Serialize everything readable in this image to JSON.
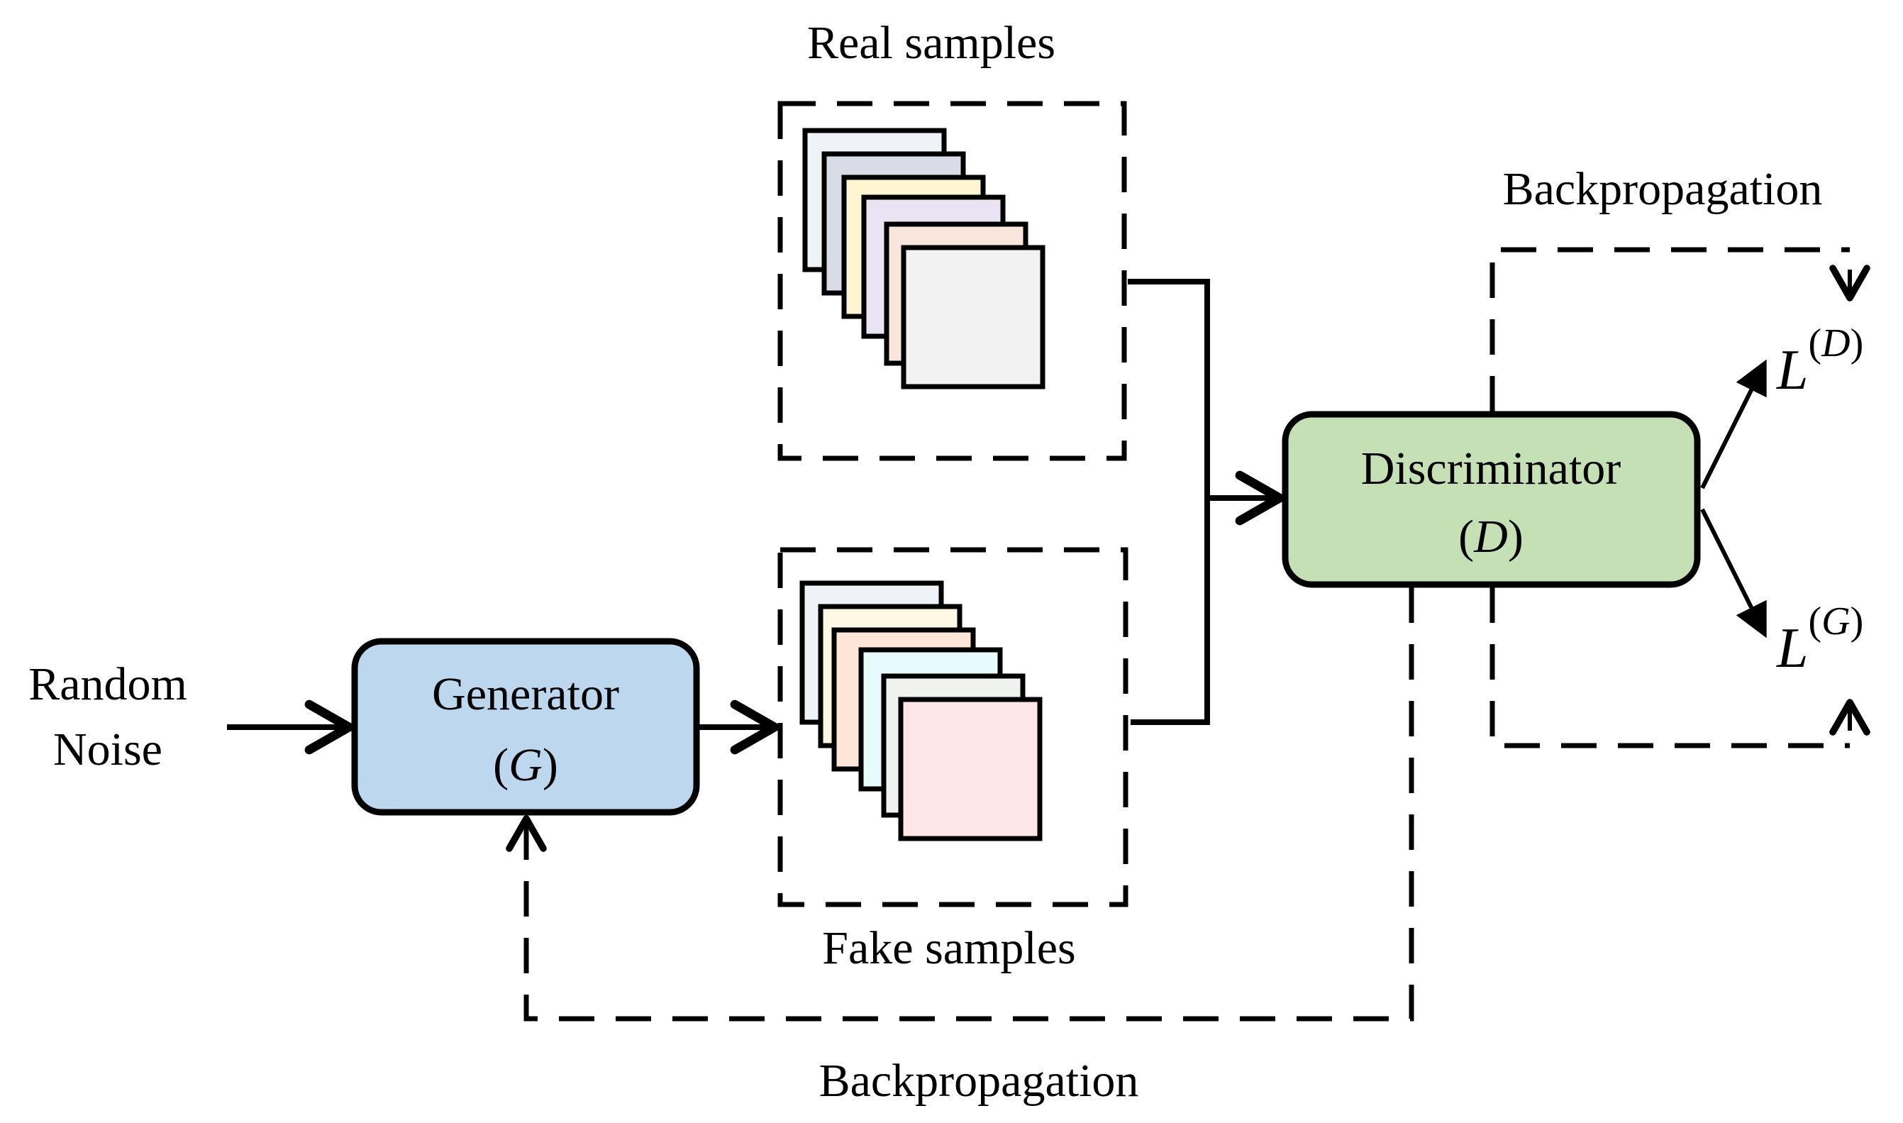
{
  "diagram": {
    "title": "GAN training pipeline",
    "nodes": {
      "input": {
        "line1": "Random",
        "line2": "Noise"
      },
      "generator": {
        "label": "Generator",
        "symbol": "G",
        "fill": "#bdd7ee"
      },
      "discriminator": {
        "label": "Discriminator",
        "symbol": "D",
        "fill": "#c5e0b4"
      },
      "real_samples": {
        "label": "Real samples",
        "card_colors": [
          "#eff3f7",
          "#d9dce7",
          "#fff5d1",
          "#eae3f3",
          "#f9e5db",
          "#f2f2f2"
        ]
      },
      "fake_samples": {
        "label": "Fake samples",
        "card_colors": [
          "#eff3f7",
          "#fff8e4",
          "#fde6d8",
          "#e7fbfd",
          "#f0f2f0",
          "#ffe7e8"
        ]
      },
      "loss_d": {
        "base": "L",
        "superscript": "D"
      },
      "loss_g": {
        "base": "L",
        "superscript": "G"
      }
    },
    "labels": {
      "backprop_top": "Backpropagation",
      "backprop_bottom": "Backpropagation"
    },
    "edges": [
      {
        "from": "Random Noise",
        "to": "Generator",
        "style": "solid"
      },
      {
        "from": "Generator",
        "to": "Fake samples",
        "style": "solid"
      },
      {
        "from": "Real samples",
        "to": "Discriminator",
        "style": "solid"
      },
      {
        "from": "Fake samples",
        "to": "Discriminator",
        "style": "solid"
      },
      {
        "from": "Discriminator",
        "to": "L(D)",
        "style": "solid"
      },
      {
        "from": "Discriminator",
        "to": "L(G)",
        "style": "solid"
      },
      {
        "from": "Discriminator",
        "to": "Generator",
        "style": "dashed",
        "label": "Backpropagation"
      },
      {
        "from": "Backpropagation loop",
        "to": "L(D)",
        "style": "dashed"
      },
      {
        "from": "Backpropagation loop",
        "to": "L(G)",
        "style": "dashed"
      }
    ]
  }
}
